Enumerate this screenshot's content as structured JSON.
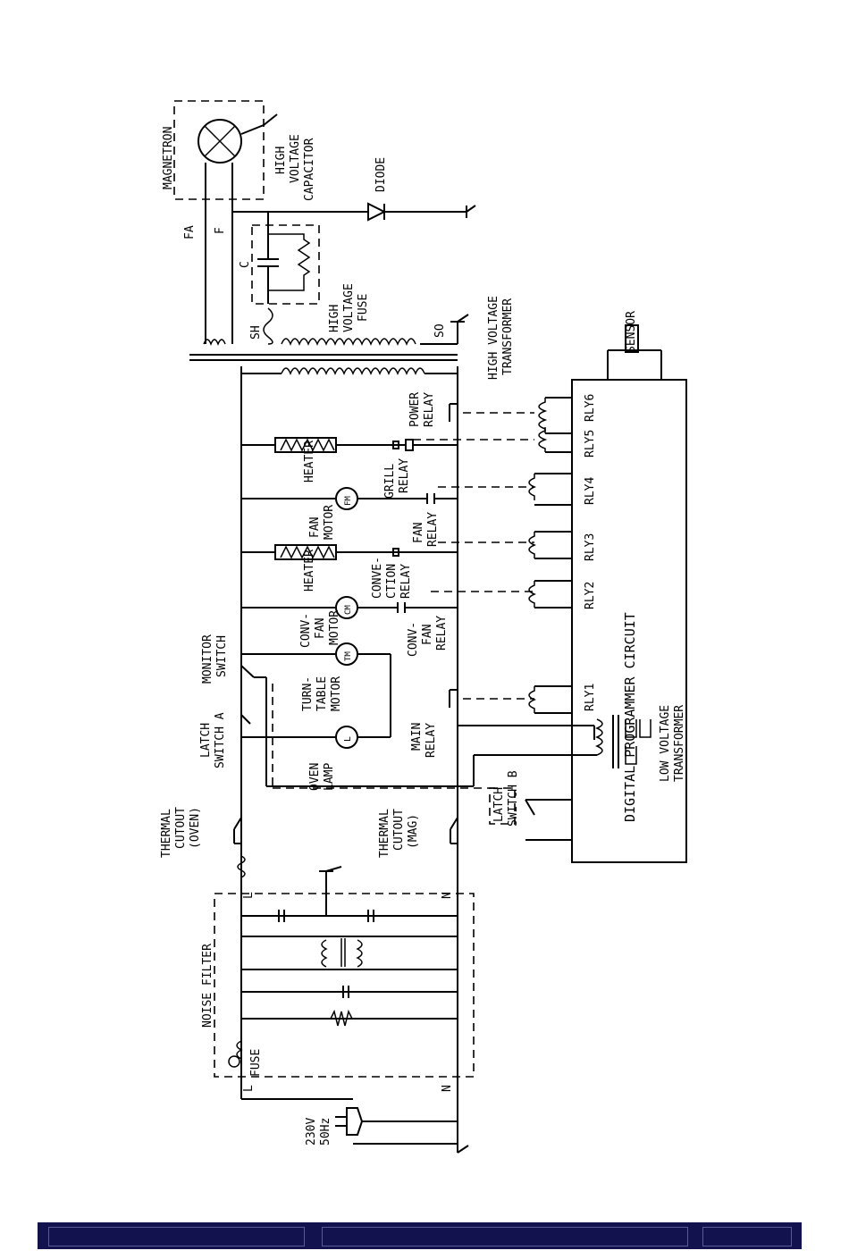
{
  "diagram": {
    "labels": {
      "magnetron": "MAGNETRON",
      "hv_capacitor": [
        "HIGH",
        "VOLTAGE",
        "CAPACITOR"
      ],
      "diode": "DIODE",
      "fa": "FA",
      "f": "F",
      "c": "C",
      "sh": "SH",
      "hv_fuse": [
        "HIGH",
        "VOLTAGE",
        "FUSE"
      ],
      "so": "SO",
      "hv_transformer": [
        "HIGH VOLTAGE",
        "TRANSFORMER"
      ],
      "sensor": "SENSOR",
      "power_relay": [
        "POWER",
        "RELAY"
      ],
      "heater_grill": "HEATER",
      "grill_relay": [
        "GRILL",
        "RELAY"
      ],
      "fan_motor": [
        "FAN",
        "MOTOR"
      ],
      "fan_relay": [
        "FAN",
        "RELAY"
      ],
      "heater_conv": "HEATER",
      "convection_relay": [
        "CONVE-",
        "CTION",
        "RELAY"
      ],
      "conv_fan_motor": [
        "CONV-",
        "FAN",
        "MOTOR"
      ],
      "conv_fan_relay": [
        "CONV-",
        "FAN",
        "RELAY"
      ],
      "monitor_switch": [
        "MONITOR",
        "SWITCH"
      ],
      "turntable_motor": [
        "TURN-",
        "TABLE",
        "MOTOR"
      ],
      "latch_switch_a": [
        "LATCH",
        "SWITCH A"
      ],
      "main_relay": [
        "MAIN",
        "RELAY"
      ],
      "oven_lamp": [
        "OVEN",
        "LAMP"
      ],
      "latch_switch_b": [
        "LATCH",
        "SWITCH B"
      ],
      "thermal_cutout_oven": [
        "THERMAL",
        "CUTOUT",
        "(OVEN)"
      ],
      "thermal_cutout_mag": [
        "THERMAL",
        "CUTOUT",
        "(MAG)"
      ],
      "noise_filter": "NOISE FILTER",
      "fuse": "FUSE",
      "supply": [
        "230V",
        "50Hz"
      ],
      "l_top": "L",
      "n_top": "N",
      "l_bottom": "L",
      "n_bottom": "N",
      "dpc": "DIGITAL PROGRAMMER CIRCUIT",
      "relays": [
        "RLY6",
        "RLY5",
        "RLY4",
        "RLY3",
        "RLY2",
        "RLY1"
      ],
      "lv_transformer": [
        "LOW VOLTAGE",
        "TRANSFORMER"
      ],
      "motor_symbols": {
        "fm": "FM",
        "cm": "CM",
        "tm": "TM",
        "lamp": "L"
      }
    }
  },
  "colors": {
    "footer_bar": "#12124f",
    "footer_border": "#5a5a9a",
    "ink": "#000000"
  }
}
